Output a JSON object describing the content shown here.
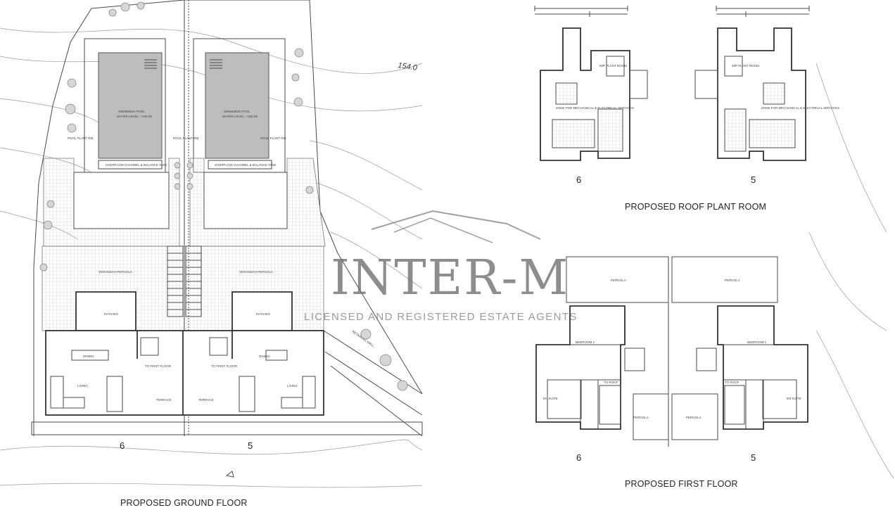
{
  "titles": {
    "ground_floor": "PROPOSED GROUND FLOOR",
    "roof_plant_room": "PROPOSED ROOF PLANT ROOM",
    "first_floor": "PROPOSED FIRST FLOOR"
  },
  "unit_numbers": {
    "left": "6",
    "right": "5"
  },
  "level_mark": "154.0",
  "watermark": {
    "brand": "INTER-M",
    "tagline": "LICENSED AND REGISTERED ESTATE AGENTS"
  },
  "ground_labels": {
    "swimming_pool": "SWIMMING POOL",
    "water_level_6": "WATER LEVEL: +150.95",
    "water_level_5": "WATER LEVEL: +150.85",
    "overflow": "OVERFLOW CHANNEL & BALANCE TANK",
    "pool_plant": "POOL PLANT RM",
    "pergola": "VERANDAH PERGOLA",
    "kitchen": "KITCHEN",
    "dining": "DINING",
    "living": "LIVING",
    "terrace": "TERRACE",
    "to_first": "TO FIRST FLOOR",
    "retaining_wall": "RETAINING WALL"
  },
  "roof_labels": {
    "plant_room": "M/P PLANT ROOM",
    "zone": "ZONE FOR MECHANICAL & ELECTRICAL SERVICES"
  },
  "first_labels": {
    "pergola": "PERGOLA",
    "bedroom2": "BEDROOM 2",
    "ensuite": "EN SUITE",
    "to_roof": "TO ROOF"
  }
}
